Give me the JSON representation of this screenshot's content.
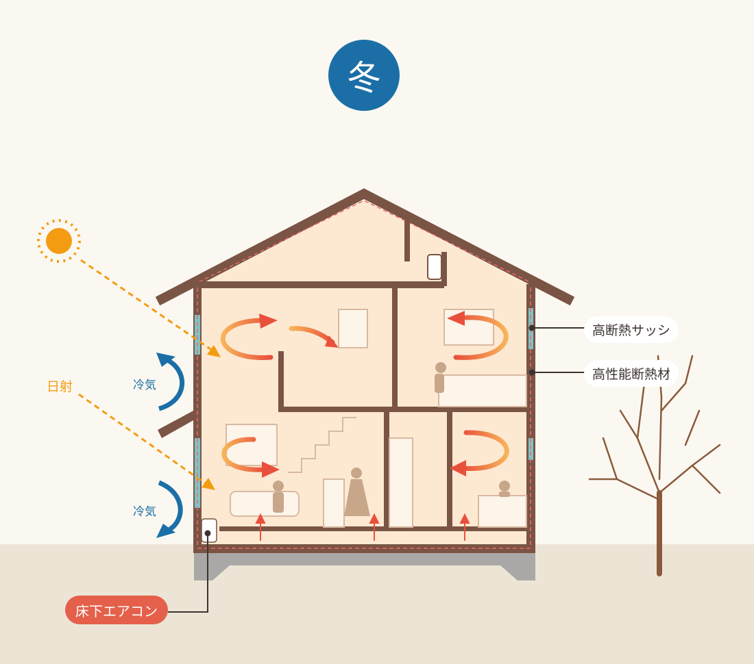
{
  "season": "冬",
  "labels": {
    "solar": "日射",
    "cold_air_upper": "冷気",
    "cold_air_lower": "冷気",
    "sash": "高断熱サッシ",
    "insulation": "高性能断熱材",
    "underfloor_ac": "床下エアコン"
  },
  "colors": {
    "season_badge": "#1b6fa6",
    "solar": "#f39c12",
    "cold_air": "#1b6fa6",
    "wall": "#7a5444",
    "interior": "#fde9d2",
    "ac_badge": "#e4604a",
    "ground": "#ece5d6"
  }
}
